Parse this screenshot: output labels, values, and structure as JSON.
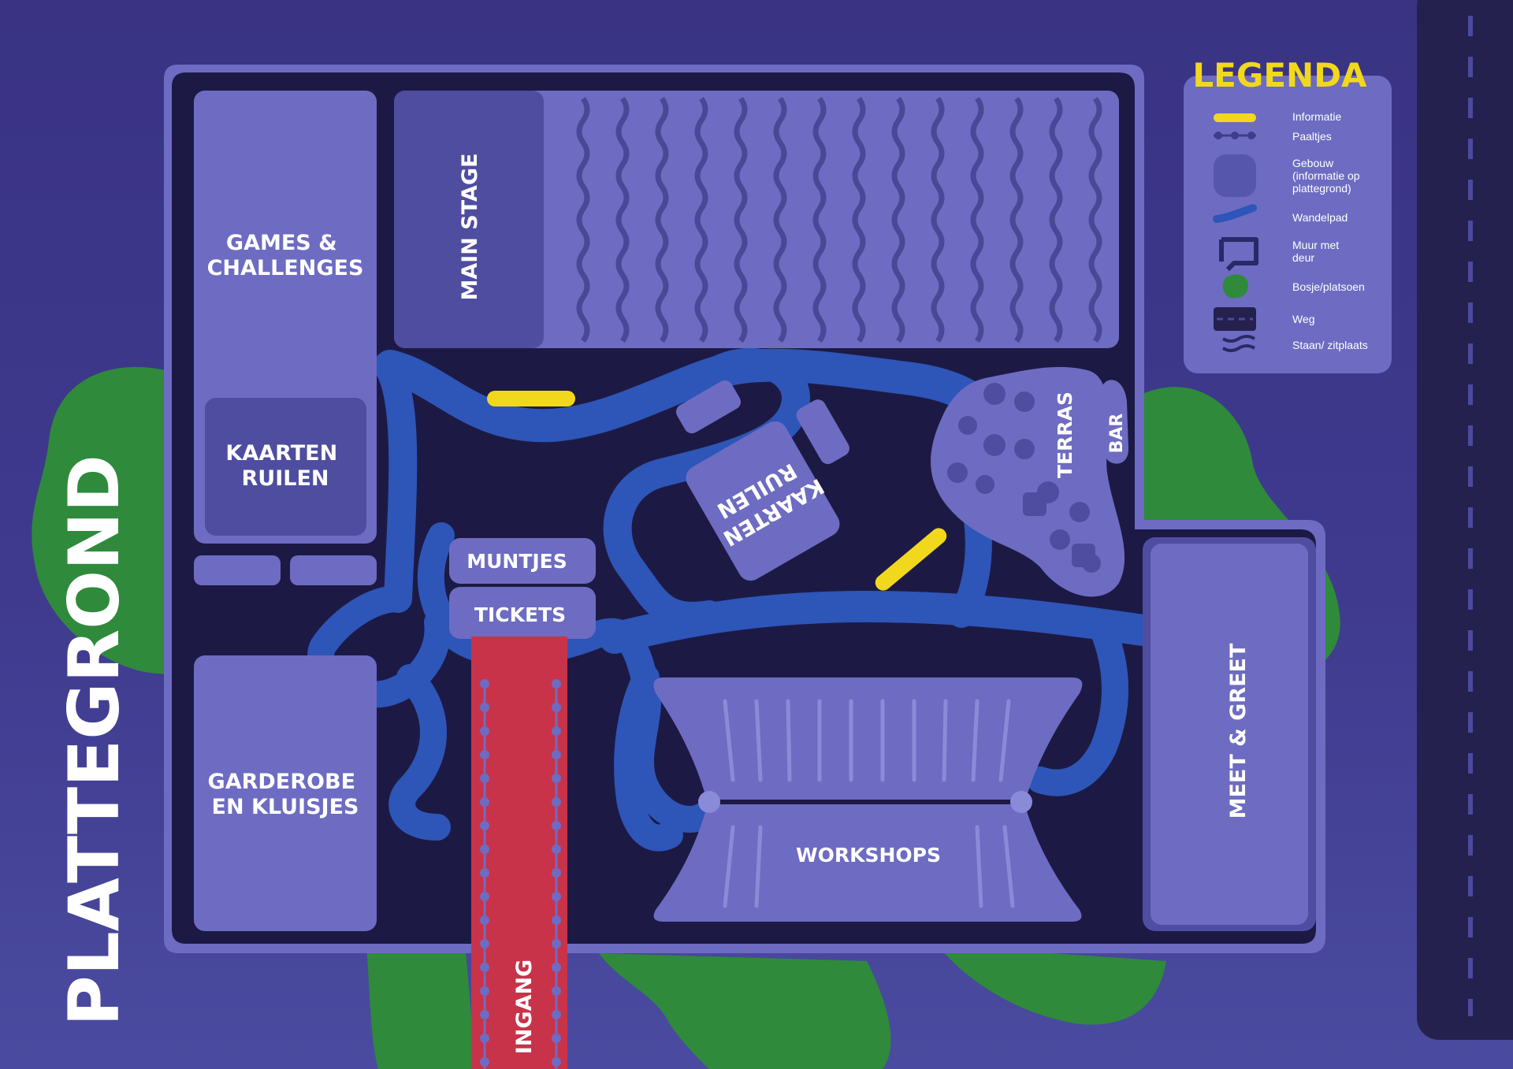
{
  "map": {
    "title": "PLATTEGROND",
    "areas": {
      "games": [
        "GAMES &",
        "CHALLENGES"
      ],
      "kaarten_left": [
        "KAARTEN",
        "RUILEN"
      ],
      "garderobe": [
        "GARDEROBE",
        "EN KLUISJES"
      ],
      "main_stage": "MAIN STAGE",
      "muntjes": "MUNTJES",
      "tickets": "TICKETS",
      "kaarten_center": [
        "KAARTEN",
        "RUILEN"
      ],
      "terras": "TERRAS",
      "bar": "BAR",
      "meet_greet": "MEET & GREET",
      "workshops": "WORKSHOPS",
      "ingang": "INGANG"
    }
  },
  "legend": {
    "title": "LEGENDA",
    "items": [
      {
        "label": [
          "Informatie"
        ],
        "icon": "info-bar-icon"
      },
      {
        "label": [
          "Paaltjes"
        ],
        "icon": "posts-icon"
      },
      {
        "label": [
          "Gebouw",
          "(informatie op",
          "plattegrond)"
        ],
        "icon": "building-icon"
      },
      {
        "label": [
          "Wandelpad"
        ],
        "icon": "path-icon"
      },
      {
        "label": [
          "Muur met",
          "deur"
        ],
        "icon": "wall-door-icon"
      },
      {
        "label": [
          "Bosje/platsoen"
        ],
        "icon": "bush-icon"
      },
      {
        "label": [
          "Weg"
        ],
        "icon": "road-icon"
      },
      {
        "label": [
          "Staan/ zitplaats"
        ],
        "icon": "seating-icon"
      }
    ]
  },
  "colors": {
    "background": "#3b3588",
    "venue_floor": "#1c1a44",
    "building": "#6d6cc2",
    "path": "#2e55b8",
    "entrance": "#c8334a",
    "info": "#f2d81c",
    "green": "#2f8a3c",
    "road": "#24214f"
  }
}
